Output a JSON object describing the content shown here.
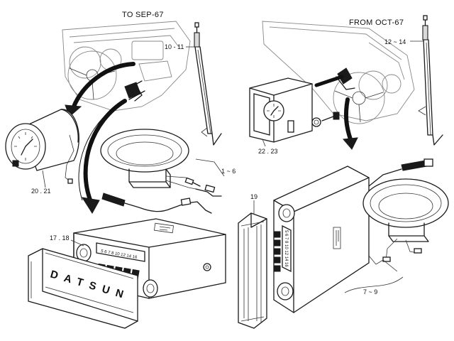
{
  "headers": {
    "left": "TO SEP-67",
    "right": "FROM OCT-67"
  },
  "callouts": {
    "antenna_left": "10 - 11",
    "antenna_right": "12 ~ 14",
    "clock_gauge": "20 . 21",
    "speaker_left": "1 ~ 6",
    "faceplate_left": "17 . 18",
    "clock_right": "22 . 23",
    "faceplate_right": "19",
    "radio_right": "7 ~ 9"
  },
  "faceplate_brand": "DATSUN",
  "radio_dial_scale": "5 6 7 8 10 12 14 16"
}
